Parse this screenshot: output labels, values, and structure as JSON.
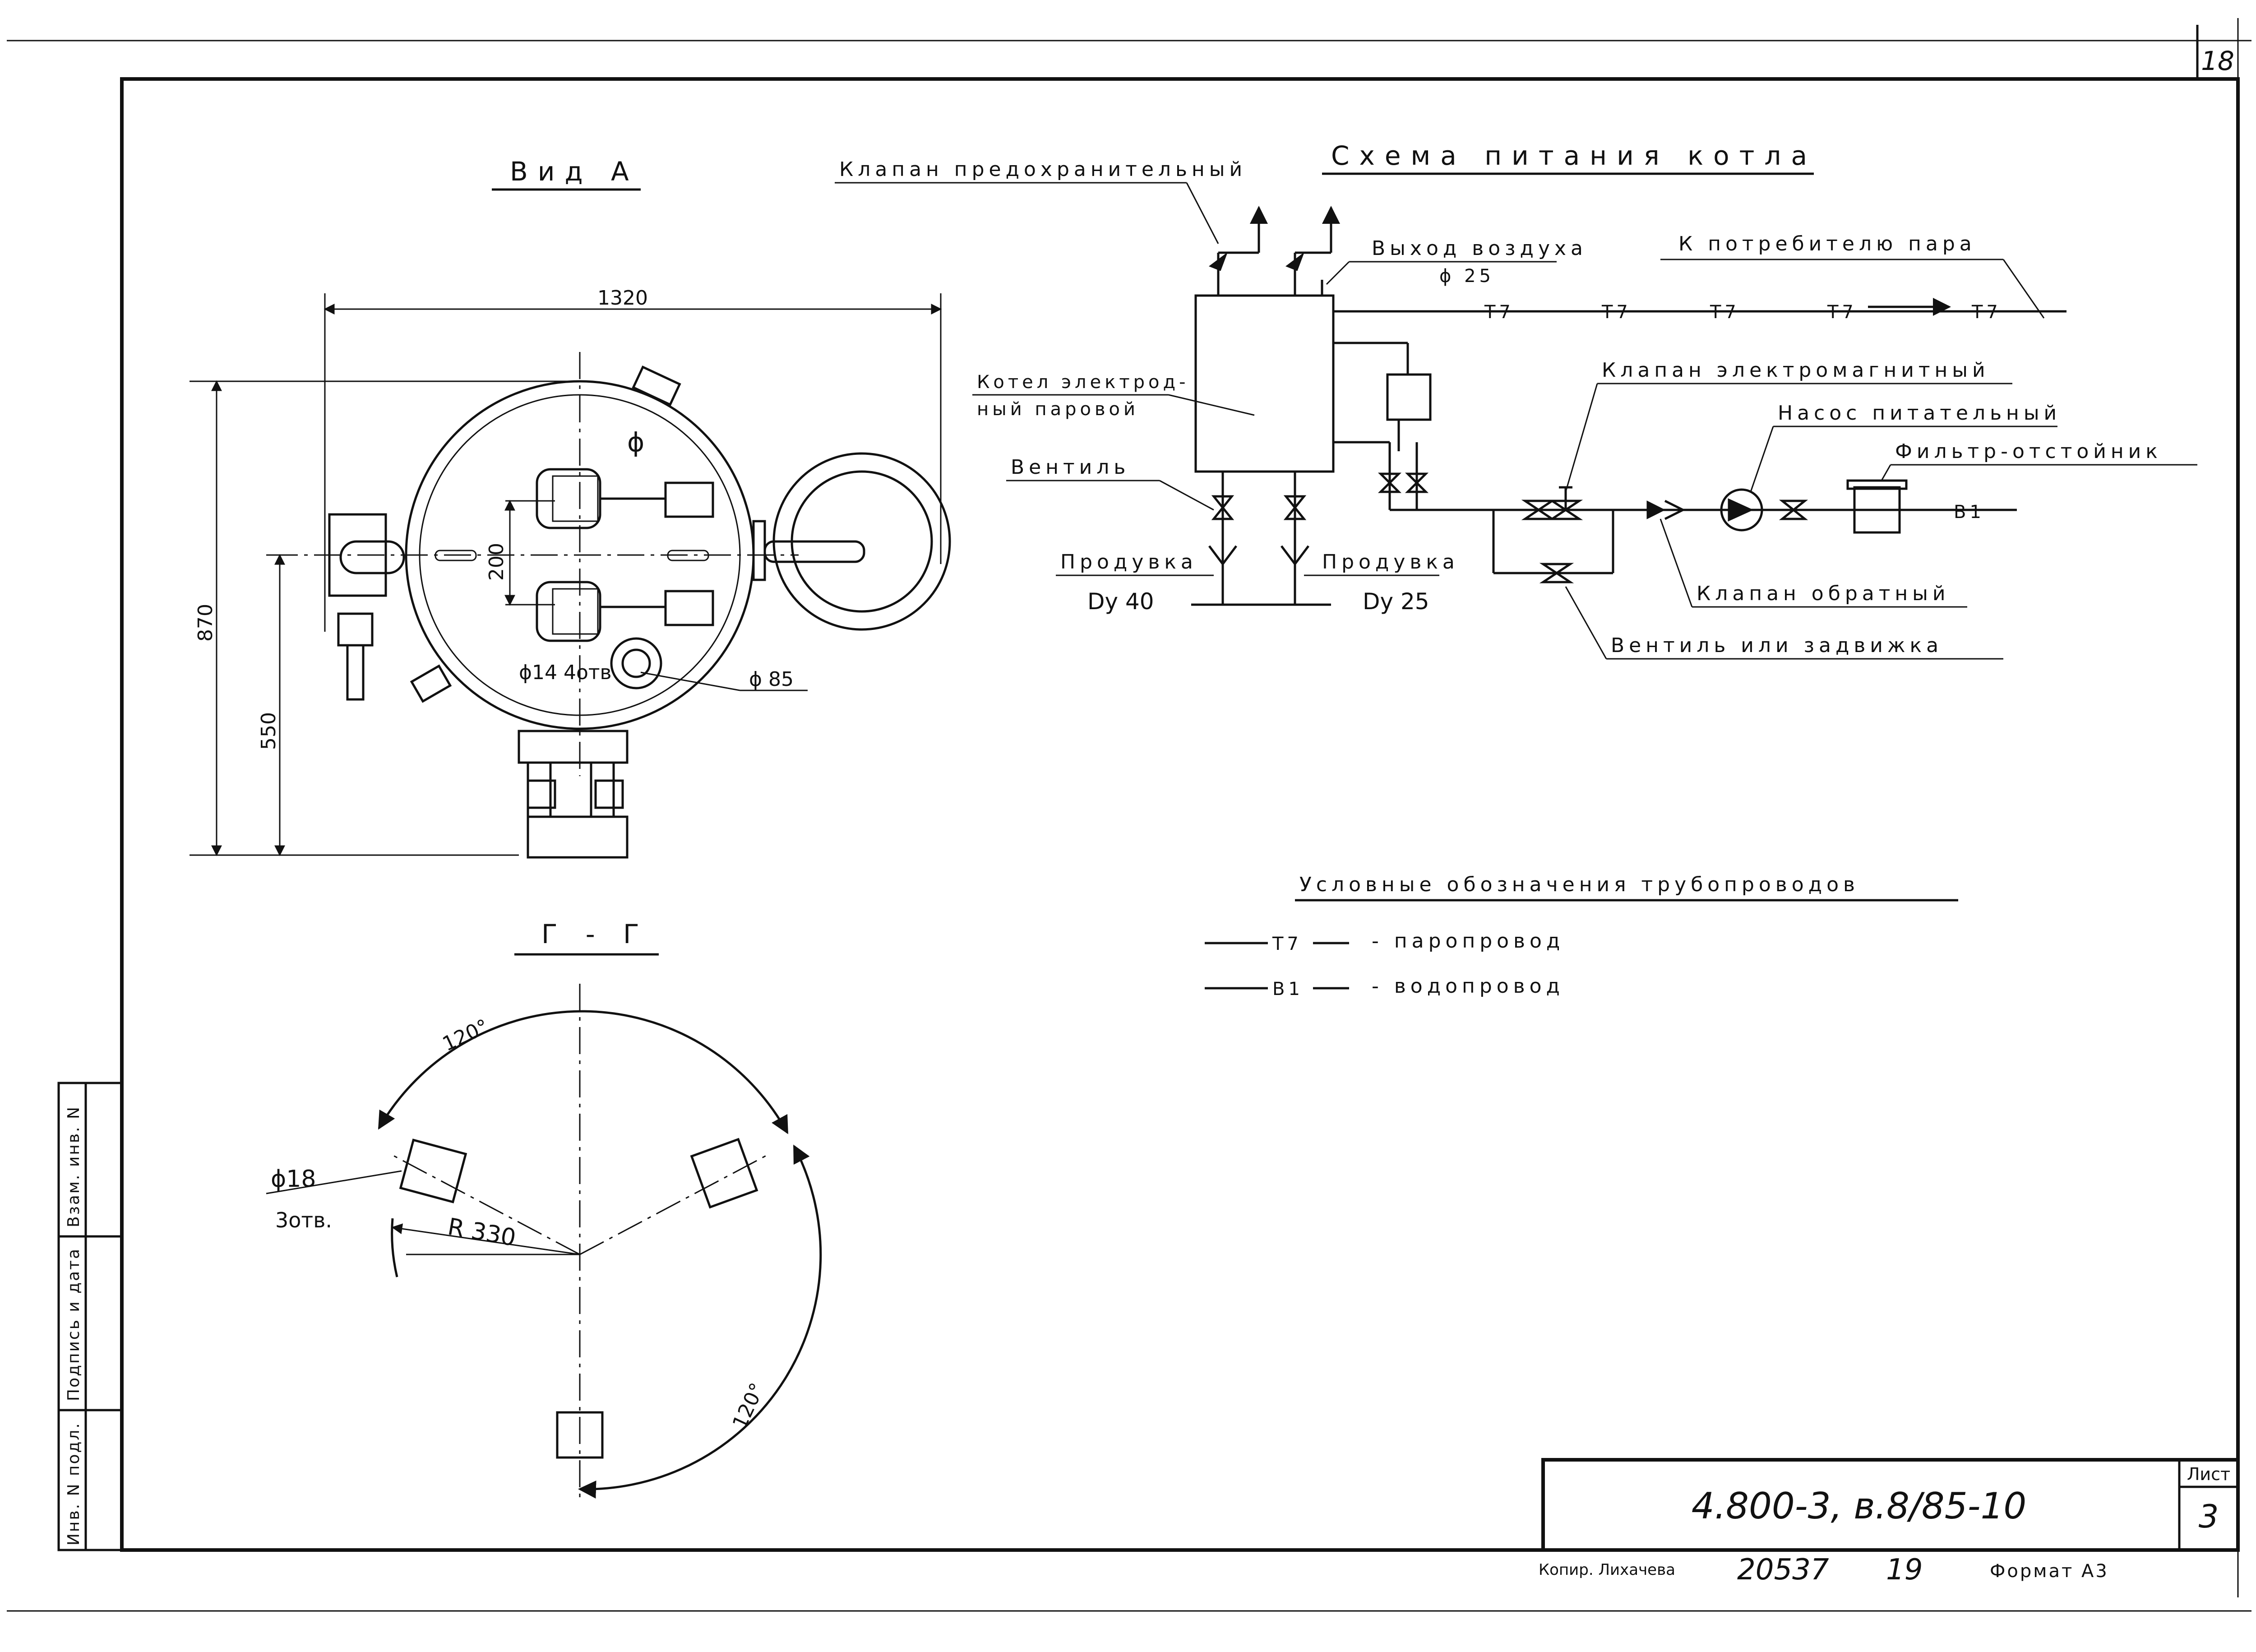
{
  "sheet": {
    "page_number": "18",
    "list_label": "Лист",
    "list_number": "3",
    "doc_code": "4.800-3, в.8/85-10",
    "copied_by": "Копир. Лихачева",
    "archive_no": "20537",
    "archive_sub": "19",
    "format": "Формат А3"
  },
  "side_stamp": {
    "inv_orig": "Инв. N подл.",
    "sign_date": "Подпись и дата",
    "inv_repl": "Взам. инв. N"
  },
  "view_a": {
    "title": "Вид А",
    "dim_width": "1320",
    "dim_height": "870",
    "dim_lower": "550",
    "dim_spacing": "200",
    "hole_label": "ϕ14  4отв",
    "diameter_label": "ϕ 85",
    "phi": "ϕ"
  },
  "section_gg": {
    "title": "Г - Г",
    "angle_top": "120°",
    "angle_right": "120°",
    "hole_dia": "ϕ18",
    "hole_count": "3отв.",
    "radius": "R 330"
  },
  "scheme": {
    "title": "Схема питания котла",
    "safety_valve": "Клапан предохранительный",
    "air_outlet": "Выход воздуха",
    "air_outlet_dia": "ϕ 25",
    "to_consumer": "К потребителю пара",
    "boiler_line1": "Котел электрод-",
    "boiler_line2": "ный паровой",
    "valve": "Вентиль",
    "blowdown_left": "Продувка",
    "blowdown_left_dn": "Dу 40",
    "blowdown_right": "Продувка",
    "blowdown_right_dn": "Dу 25",
    "solenoid_valve": "Клапан электромагнитный",
    "feed_pump": "Насос питательный",
    "filter": "Фильтр-отстойник",
    "check_valve": "Клапан обратный",
    "valve_or_gate": "Вентиль или задвижка",
    "steam_code": "Т7",
    "water_code": "В1"
  },
  "legend": {
    "title": "Условные обозначения трубопроводов",
    "items": [
      {
        "code": "Т7",
        "label": "- паропровод"
      },
      {
        "code": "В1",
        "label": "- водопровод"
      }
    ]
  }
}
